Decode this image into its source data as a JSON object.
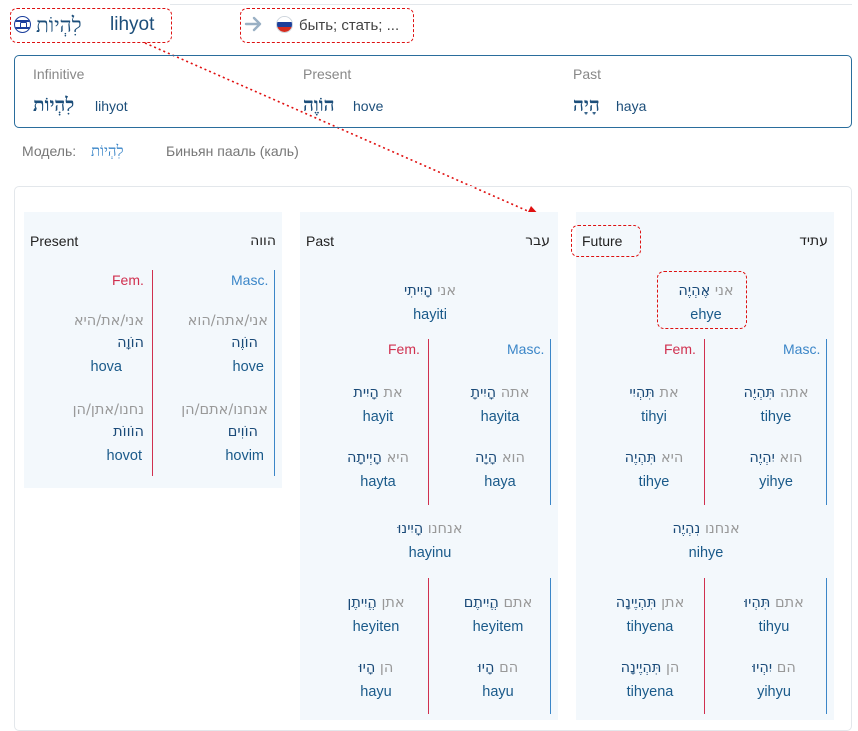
{
  "header": {
    "verb_hebrew": "לִהְיוֹת",
    "verb_translit": "lihyot",
    "translation": "быть; стать; ...",
    "source_flag_icon": "israel-flag-icon",
    "target_flag_icon": "russia-flag-icon",
    "arrow_icon": "arrow-right-icon"
  },
  "summary": {
    "infinitive": {
      "label": "Infinitive",
      "hebrew": "לִהְיוֹת",
      "translit": "lihyot"
    },
    "present": {
      "label": "Present",
      "hebrew": "הוֹוֶה",
      "translit": "hove"
    },
    "past": {
      "label": "Past",
      "hebrew": "הָיָה",
      "translit": "haya"
    }
  },
  "model": {
    "label": "Модель:",
    "verb": "לִהְיוֹת",
    "binyan": "Биньян пааль (каль)"
  },
  "present_table": {
    "title": "Present",
    "title_hebrew": "הווה",
    "masc_label": "Masc.",
    "fem_label": "Fem.",
    "sg_masc": {
      "pronoun": "אני/אתה/הוא",
      "form": "הוֹוֶה",
      "translit": "hove"
    },
    "sg_fem": {
      "pronoun": "אני/את/היא",
      "form": "הוֹוָה",
      "translit": "hova"
    },
    "pl_masc": {
      "pronoun": "אנחנו/אתם/הן",
      "form": "הוֹוִים",
      "translit": "hovim"
    },
    "pl_fem": {
      "pronoun": "נחנו/אתן/הן",
      "form": "הוֹווֹת",
      "translit": "hovot"
    }
  },
  "past_table": {
    "title": "Past",
    "title_hebrew": "עבר",
    "masc_label": "Masc.",
    "fem_label": "Fem.",
    "first_sg": {
      "pronoun": "אני",
      "form": "הָיִיתִי",
      "translit": "hayiti"
    },
    "second_sg_masc": {
      "pronoun": "אתה",
      "form": "הָיִיתָ",
      "translit": "hayita"
    },
    "second_sg_fem": {
      "pronoun": "את",
      "form": "הָיִית",
      "translit": "hayit"
    },
    "third_sg_masc": {
      "pronoun": "הוא",
      "form": "הָיָה",
      "translit": "haya"
    },
    "third_sg_fem": {
      "pronoun": "היא",
      "form": "הָיְיתָה",
      "translit": "hayta"
    },
    "first_pl": {
      "pronoun": "אנחנו",
      "form": "הָיִינוּ",
      "translit": "hayinu"
    },
    "second_pl_masc": {
      "pronoun": "אתם",
      "form": "הֱיִיתֶם",
      "translit": "heyitem"
    },
    "second_pl_fem": {
      "pronoun": "אתן",
      "form": "הֱיִיתֶן",
      "translit": "heyiten"
    },
    "third_pl_masc": {
      "pronoun": "הם",
      "form": "הָיוּ",
      "translit": "hayu"
    },
    "third_pl_fem": {
      "pronoun": "הן",
      "form": "הָיוּ",
      "translit": "hayu"
    }
  },
  "future_table": {
    "title": "Future",
    "title_hebrew": "עתיד",
    "masc_label": "Masc.",
    "fem_label": "Fem.",
    "first_sg": {
      "pronoun": "אני",
      "form": "אֶהְיֶה",
      "translit": "ehye"
    },
    "second_sg_masc": {
      "pronoun": "אתה",
      "form": "תִּהְיֶה",
      "translit": "tihye"
    },
    "second_sg_fem": {
      "pronoun": "את",
      "form": "תִּהְיִי",
      "translit": "tihyi"
    },
    "third_sg_masc": {
      "pronoun": "הוא",
      "form": "יִהְיֶה",
      "translit": "yihye"
    },
    "third_sg_fem": {
      "pronoun": "היא",
      "form": "תִּהְיֶה",
      "translit": "tihye"
    },
    "first_pl": {
      "pronoun": "אנחנו",
      "form": "נִהְיֶה",
      "translit": "nihye"
    },
    "second_pl_masc": {
      "pronoun": "אתם",
      "form": "תִּהְיוּ",
      "translit": "tihyu"
    },
    "second_pl_fem": {
      "pronoun": "אתן",
      "form": "תִּהְיֶינָה",
      "translit": "tihyena"
    },
    "third_pl_masc": {
      "pronoun": "הם",
      "form": "יִהְיוּ",
      "translit": "yihyu"
    },
    "third_pl_fem": {
      "pronoun": "הן",
      "form": "תִּהְיֶינָה",
      "translit": "tihyena"
    }
  },
  "colors": {
    "masc": "#3b86c8",
    "fem": "#d0304f",
    "accent": "#2a6d9c",
    "highlight": "#dd1111",
    "panel_bg": "#f3f8fc"
  }
}
